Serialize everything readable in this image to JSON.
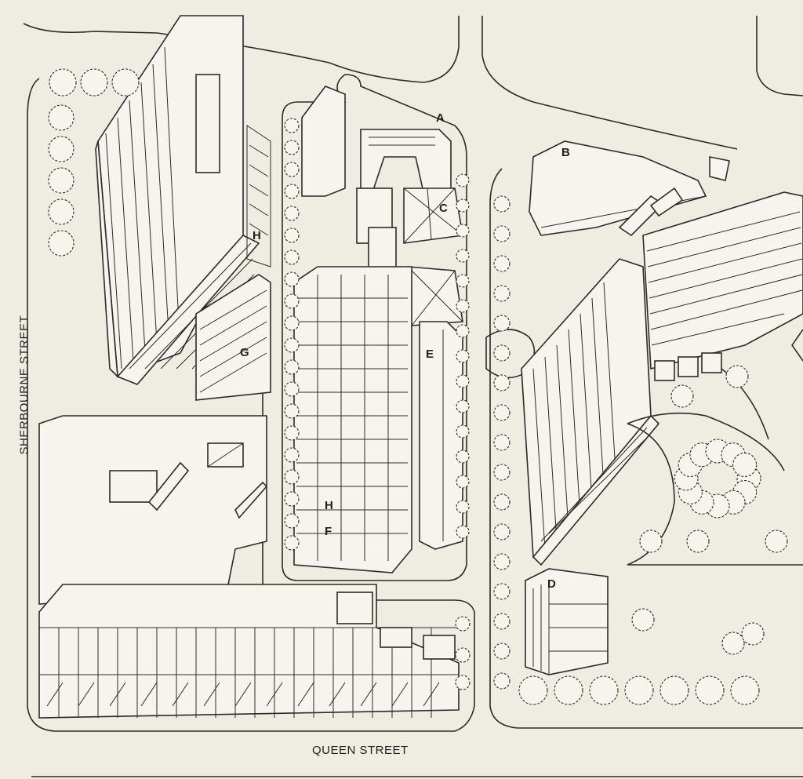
{
  "streets": {
    "sherbourne": "SHERBOURNE STREET",
    "queen": "QUEEN STREET"
  },
  "building_labels": {
    "a": "A",
    "b": "B",
    "c": "C",
    "d": "D",
    "e": "E",
    "f": "F",
    "g": "G",
    "h_north": "H",
    "h_south": "H"
  },
  "colors": {
    "paper": "#efece1",
    "ink": "#2b2b2b"
  }
}
